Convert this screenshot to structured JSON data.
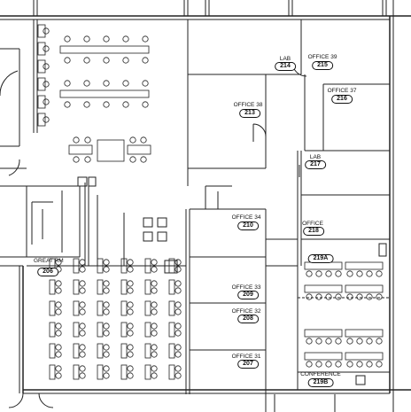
{
  "rooms": [
    {
      "name": "LAB",
      "number": "214"
    },
    {
      "name": "OFFICE 39",
      "number": "215"
    },
    {
      "name": "OFFICE 37",
      "number": "216"
    },
    {
      "name": "OFFICE 38",
      "number": "213"
    },
    {
      "name": "LAB",
      "number": "217"
    },
    {
      "name": "OFFICE 34",
      "number": "210"
    },
    {
      "name": "OFFICE",
      "number": "218"
    },
    {
      "name": "",
      "number": "219A"
    },
    {
      "name": "GREAT RM",
      "number": "206"
    },
    {
      "name": "OFFICE 33",
      "number": "209"
    },
    {
      "name": "OFFICE 32",
      "number": "208"
    },
    {
      "name": "OFFICE 31",
      "number": "207"
    },
    {
      "name": "CONFERENCE",
      "number": "219B"
    }
  ]
}
